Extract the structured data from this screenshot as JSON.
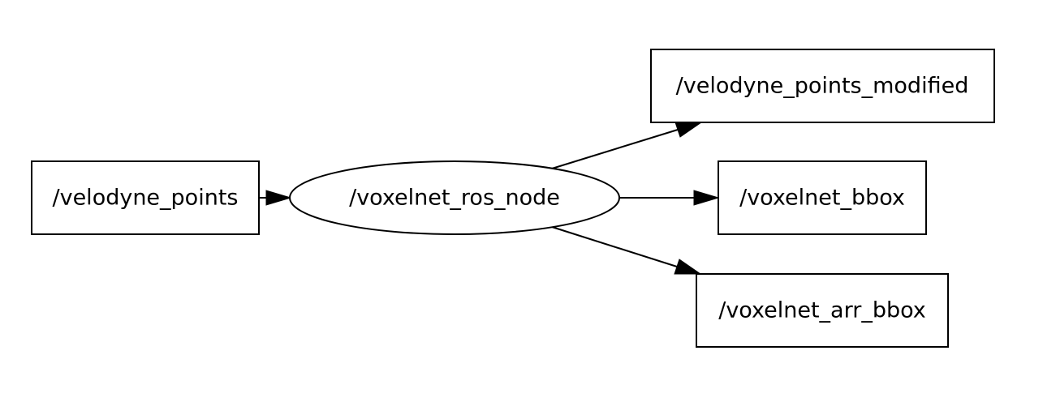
{
  "graph": {
    "nodes": {
      "velodyne_points": {
        "label": "/velodyne_points",
        "kind": "topic"
      },
      "voxelnet_ros_node": {
        "label": "/voxelnet_ros_node",
        "kind": "node"
      },
      "velodyne_points_modified": {
        "label": "/velodyne_points_modified",
        "kind": "topic"
      },
      "voxelnet_bbox": {
        "label": "/voxelnet_bbox",
        "kind": "topic"
      },
      "voxelnet_arr_bbox": {
        "label": "/voxelnet_arr_bbox",
        "kind": "topic"
      }
    },
    "edges": [
      {
        "from": "velodyne_points",
        "to": "voxelnet_ros_node"
      },
      {
        "from": "voxelnet_ros_node",
        "to": "velodyne_points_modified"
      },
      {
        "from": "voxelnet_ros_node",
        "to": "voxelnet_bbox"
      },
      {
        "from": "voxelnet_ros_node",
        "to": "voxelnet_arr_bbox"
      }
    ],
    "colors": {
      "stroke": "#000000",
      "fill": "#ffffff",
      "text": "#000000"
    }
  }
}
